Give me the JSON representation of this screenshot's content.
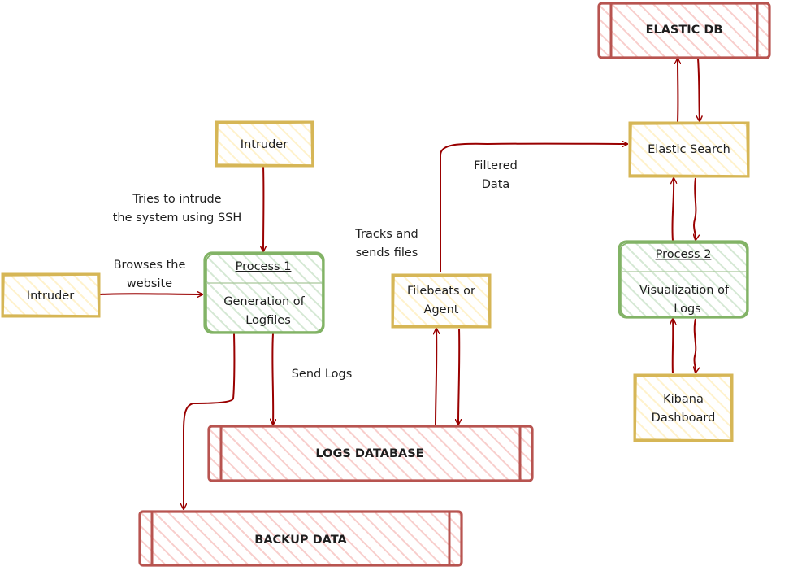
{
  "colors": {
    "entity_stroke": "#d6b656",
    "process_stroke": "#82b366",
    "store_stroke": "#b85450",
    "arrow": "#990000"
  },
  "entities": {
    "intruder_top": "Intruder",
    "intruder_left": "Intruder",
    "filebeats": [
      "Filebeats or",
      "Agent"
    ],
    "elastic_search": "Elastic Search",
    "kibana": [
      "Kibana",
      "Dashboard"
    ]
  },
  "processes": {
    "p1": {
      "title": "Process 1",
      "body": [
        "Generation of",
        "Logfiles"
      ]
    },
    "p2": {
      "title": "Process 2",
      "body": [
        "Visualization of",
        "Logs"
      ]
    }
  },
  "stores": {
    "elastic_db": "ELASTIC DB",
    "logs_db": "LOGS DATABASE",
    "backup": "BACKUP DATA"
  },
  "flow_labels": {
    "ssh": [
      "Tries to intrude",
      "the system using SSH"
    ],
    "browse": [
      "Browses the",
      "website"
    ],
    "send_logs": "Send Logs",
    "tracks": [
      "Tracks and",
      "sends files"
    ],
    "filtered": [
      "Filtered",
      "Data"
    ]
  }
}
